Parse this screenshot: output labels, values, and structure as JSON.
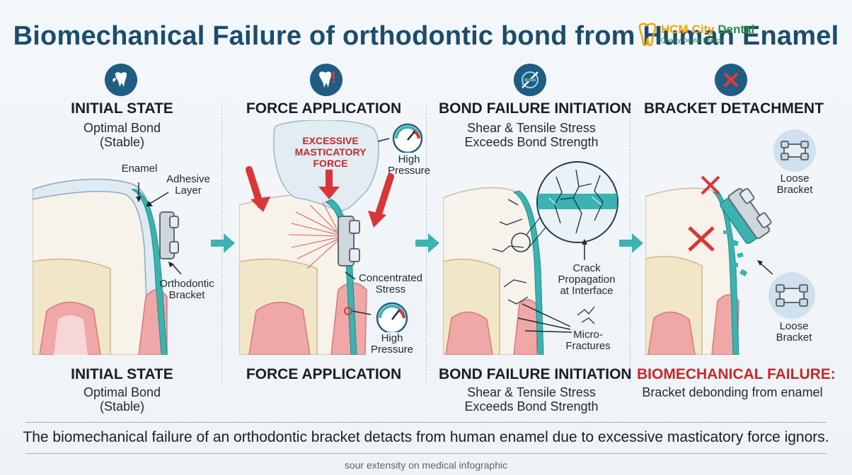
{
  "title": "Biomechanical Failure of orthodontic bond from Human Enamel",
  "logo": {
    "name_a": "HCM City ",
    "name_b": "Dental",
    "tagline": "Quality Dental Service"
  },
  "panels": [
    {
      "icon": "muscle-tooth-icon",
      "heading": "INITIAL STATE",
      "sub1": "Optimal Bond",
      "sub2": "(Stable)",
      "labels": {
        "enamel": "Enamel",
        "adhesive1": "Adhesive",
        "adhesive2": "Layer",
        "bracket1": "Orthodontic",
        "bracket2": "Bracket"
      },
      "footer_heading": "INITIAL STATE",
      "footer_sub1": "Optimal Bond",
      "footer_sub2": "(Stable)"
    },
    {
      "icon": "tooth-alert-icon",
      "heading": "FORCE APPLICATION",
      "labels": {
        "force1": "EXCESSIVE",
        "force2": "MASTICATORY",
        "force3": "FORCE",
        "pressure_top1": "High",
        "pressure_top2": "Pressure",
        "stress1": "Concentrated",
        "stress2": "Stress",
        "pressure_bottom1": "High",
        "pressure_bottom2": "Pressure"
      },
      "footer_heading": "FORCE APPLICATION"
    },
    {
      "icon": "broken-bond-icon",
      "heading": "BOND FAILURE INITIATION",
      "sub1": "Shear & Tensile Stress",
      "sub2": "Exceeds Bond Strength",
      "labels": {
        "crack1": "Crack",
        "crack2": "Propagation",
        "crack3": "at Interface",
        "micro1": "Micro-",
        "micro2": "Fractures"
      },
      "footer_heading": "BOND FAILURE INITIATION",
      "footer_sub1": "Shear & Tensile Stress",
      "footer_sub2": "Exceeds Bond Strength"
    },
    {
      "icon": "x-mark-icon",
      "heading": "BRACKET DETACHMENT",
      "labels": {
        "loose_top1": "Loose",
        "loose_top2": "Bracket",
        "loose_bottom1": "Loose",
        "loose_bottom2": "Bracket"
      },
      "footer_heading": "BIOMECHANICAL FAILURE:",
      "footer_sub1": "Bracket debonding from enamel"
    }
  ],
  "caption": "The biomechanical failure of an orthodontic bracket detacts from human enamel due to excessive masticatory force ignors.",
  "credit": "sour extensity on medical infographic",
  "colors": {
    "title": "#1a4d6e",
    "icon_bg": "#1f5d84",
    "teal": "#3bb3b0",
    "gum": "#e88a8a",
    "danger": "#c62828"
  }
}
